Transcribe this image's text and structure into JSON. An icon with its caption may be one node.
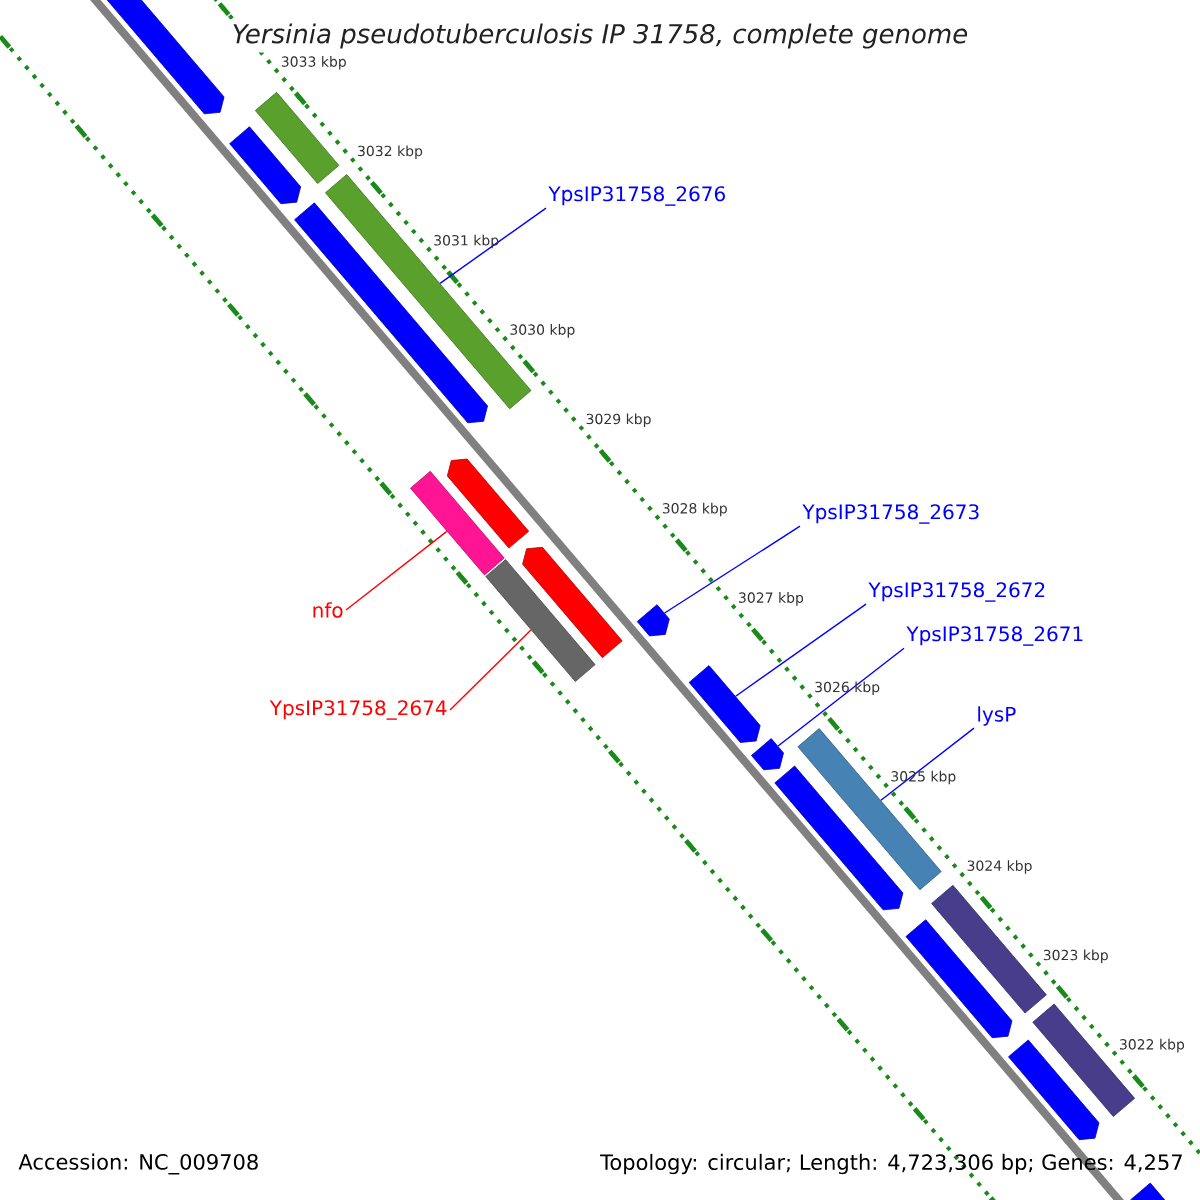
{
  "diagram": {
    "title": "Yersinia pseudotuberculosis IP 31758, complete genome",
    "nodes": [
      {
        "text": [
          "YpsIP31758_2676"
        ]
      },
      {
        "text": [
          "YpsIP31758_2673"
        ]
      },
      {
        "text": [
          "YpsIP31758_2672"
        ]
      },
      {
        "text": [
          "YpsIP31758_2671"
        ]
      },
      {
        "text": [
          "lysP"
        ]
      },
      {
        "text": [
          "nfo"
        ]
      },
      {
        "text": [
          "YpsIP31758_2674"
        ]
      },
      {
        "text": [],
        "shape": "pentagon"
      },
      {
        "text": [],
        "shape": "bar"
      },
      {
        "text": [],
        "shape": "pentagon"
      },
      {
        "text": [],
        "shape": "pentagon"
      },
      {
        "text": [],
        "shape": "bar"
      },
      {
        "text": [],
        "shape": "bar"
      },
      {
        "text": [],
        "shape": "pentagon"
      },
      {
        "text": [],
        "shape": "bar"
      },
      {
        "text": [],
        "shape": "pentagon"
      },
      {
        "text": [],
        "shape": "pentagon"
      },
      {
        "text": [],
        "shape": "pentagon"
      },
      {
        "text": [],
        "shape": "pentagon"
      },
      {
        "text": [],
        "shape": "bar"
      },
      {
        "text": [],
        "shape": "pentagon"
      },
      {
        "text": [],
        "shape": "bar"
      },
      {
        "text": [],
        "shape": "pentagon"
      },
      {
        "text": [],
        "shape": "bar"
      },
      {
        "text": [],
        "shape": "pentagon"
      },
      {
        "text": [],
        "shape": "pentagon"
      }
    ],
    "edges": [
      {
        "from": 0,
        "to": 11,
        "arrow": "none"
      },
      {
        "from": 1,
        "to": 16,
        "arrow": "none"
      },
      {
        "from": 2,
        "to": 17,
        "arrow": "none"
      },
      {
        "from": 3,
        "to": 18,
        "arrow": "none"
      },
      {
        "from": 4,
        "to": 19,
        "arrow": "none"
      },
      {
        "from": 5,
        "to": 12,
        "arrow": "none",
        "color": "#ff0000"
      },
      {
        "from": 6,
        "to": 14,
        "arrow": "none",
        "color": "#ff0000"
      }
    ],
    "labels": [
      "3033 kbp",
      "3032 kbp",
      "3031 kbp",
      "3030 kbp",
      "3029 kbp",
      "3028 kbp",
      "3027 kbp",
      "3026 kbp",
      "3025 kbp",
      "3024 kbp",
      "3023 kbp",
      "3022 kbp",
      "Accession: NC_009708",
      "Topology: circular; Length: 4,723,306 bp; Genes: 4,257"
    ]
  }
}
